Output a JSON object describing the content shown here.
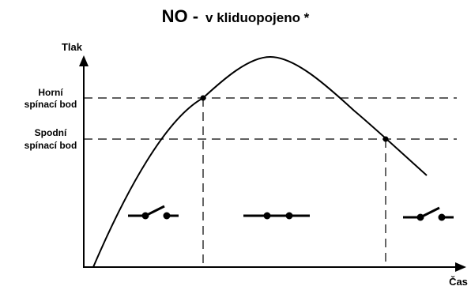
{
  "title": {
    "abbr": "NO -",
    "text": "v kliduopojeno *"
  },
  "axes": {
    "y_label": "Tlak",
    "x_label": "Čas"
  },
  "thresholds": {
    "upper_line1": "Horní",
    "upper_line2": "spínací bod",
    "lower_line1": "Spodní",
    "lower_line2": "spínací bod"
  },
  "switch_states": [
    "open",
    "closed",
    "open"
  ],
  "colors": {
    "line": "#000000",
    "background": "#ffffff"
  }
}
